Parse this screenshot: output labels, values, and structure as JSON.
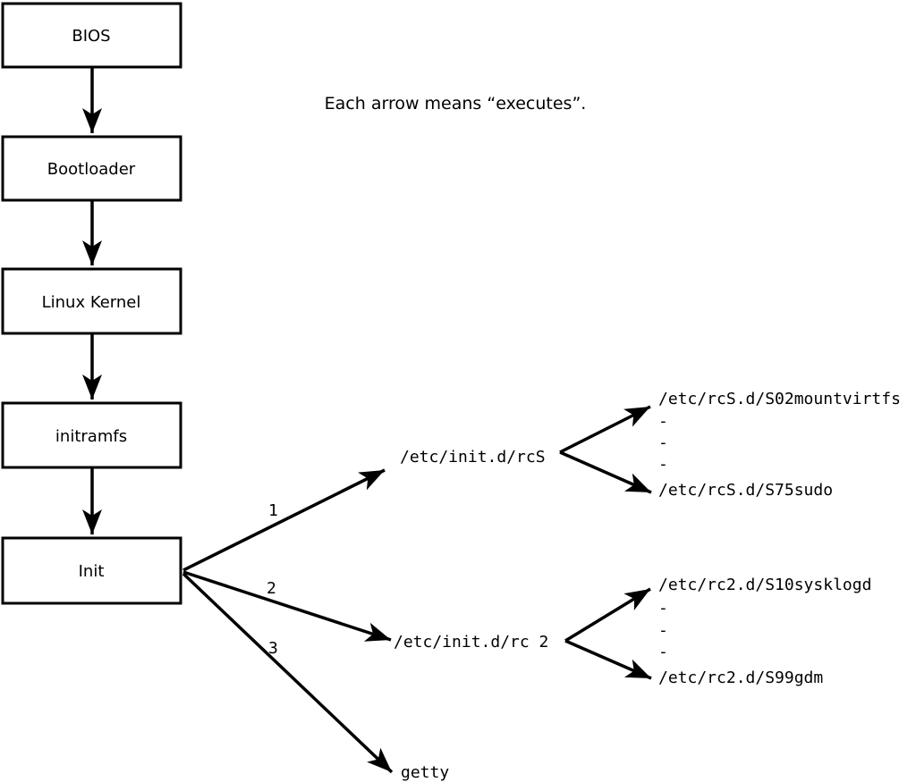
{
  "caption": "Each arrow means “executes”.",
  "boxes": [
    {
      "label": "BIOS"
    },
    {
      "label": "Bootloader"
    },
    {
      "label": "Linux Kernel"
    },
    {
      "label": "initramfs"
    },
    {
      "label": "Init"
    }
  ],
  "branches": [
    {
      "number": "1",
      "target": "/etc/init.d/rcS",
      "children": [
        "/etc/rcS.d/S02mountvirtfs",
        "-",
        "-",
        "-",
        "/etc/rcS.d/S75sudo"
      ]
    },
    {
      "number": "2",
      "target": "/etc/init.d/rc 2",
      "children": [
        "/etc/rc2.d/S10sysklogd",
        "-",
        "-",
        "-",
        "/etc/rc2.d/S99gdm"
      ]
    },
    {
      "number": "3",
      "target": "getty",
      "children": []
    }
  ],
  "colors": {
    "foreground": "#000000",
    "background": "#ffffff"
  }
}
